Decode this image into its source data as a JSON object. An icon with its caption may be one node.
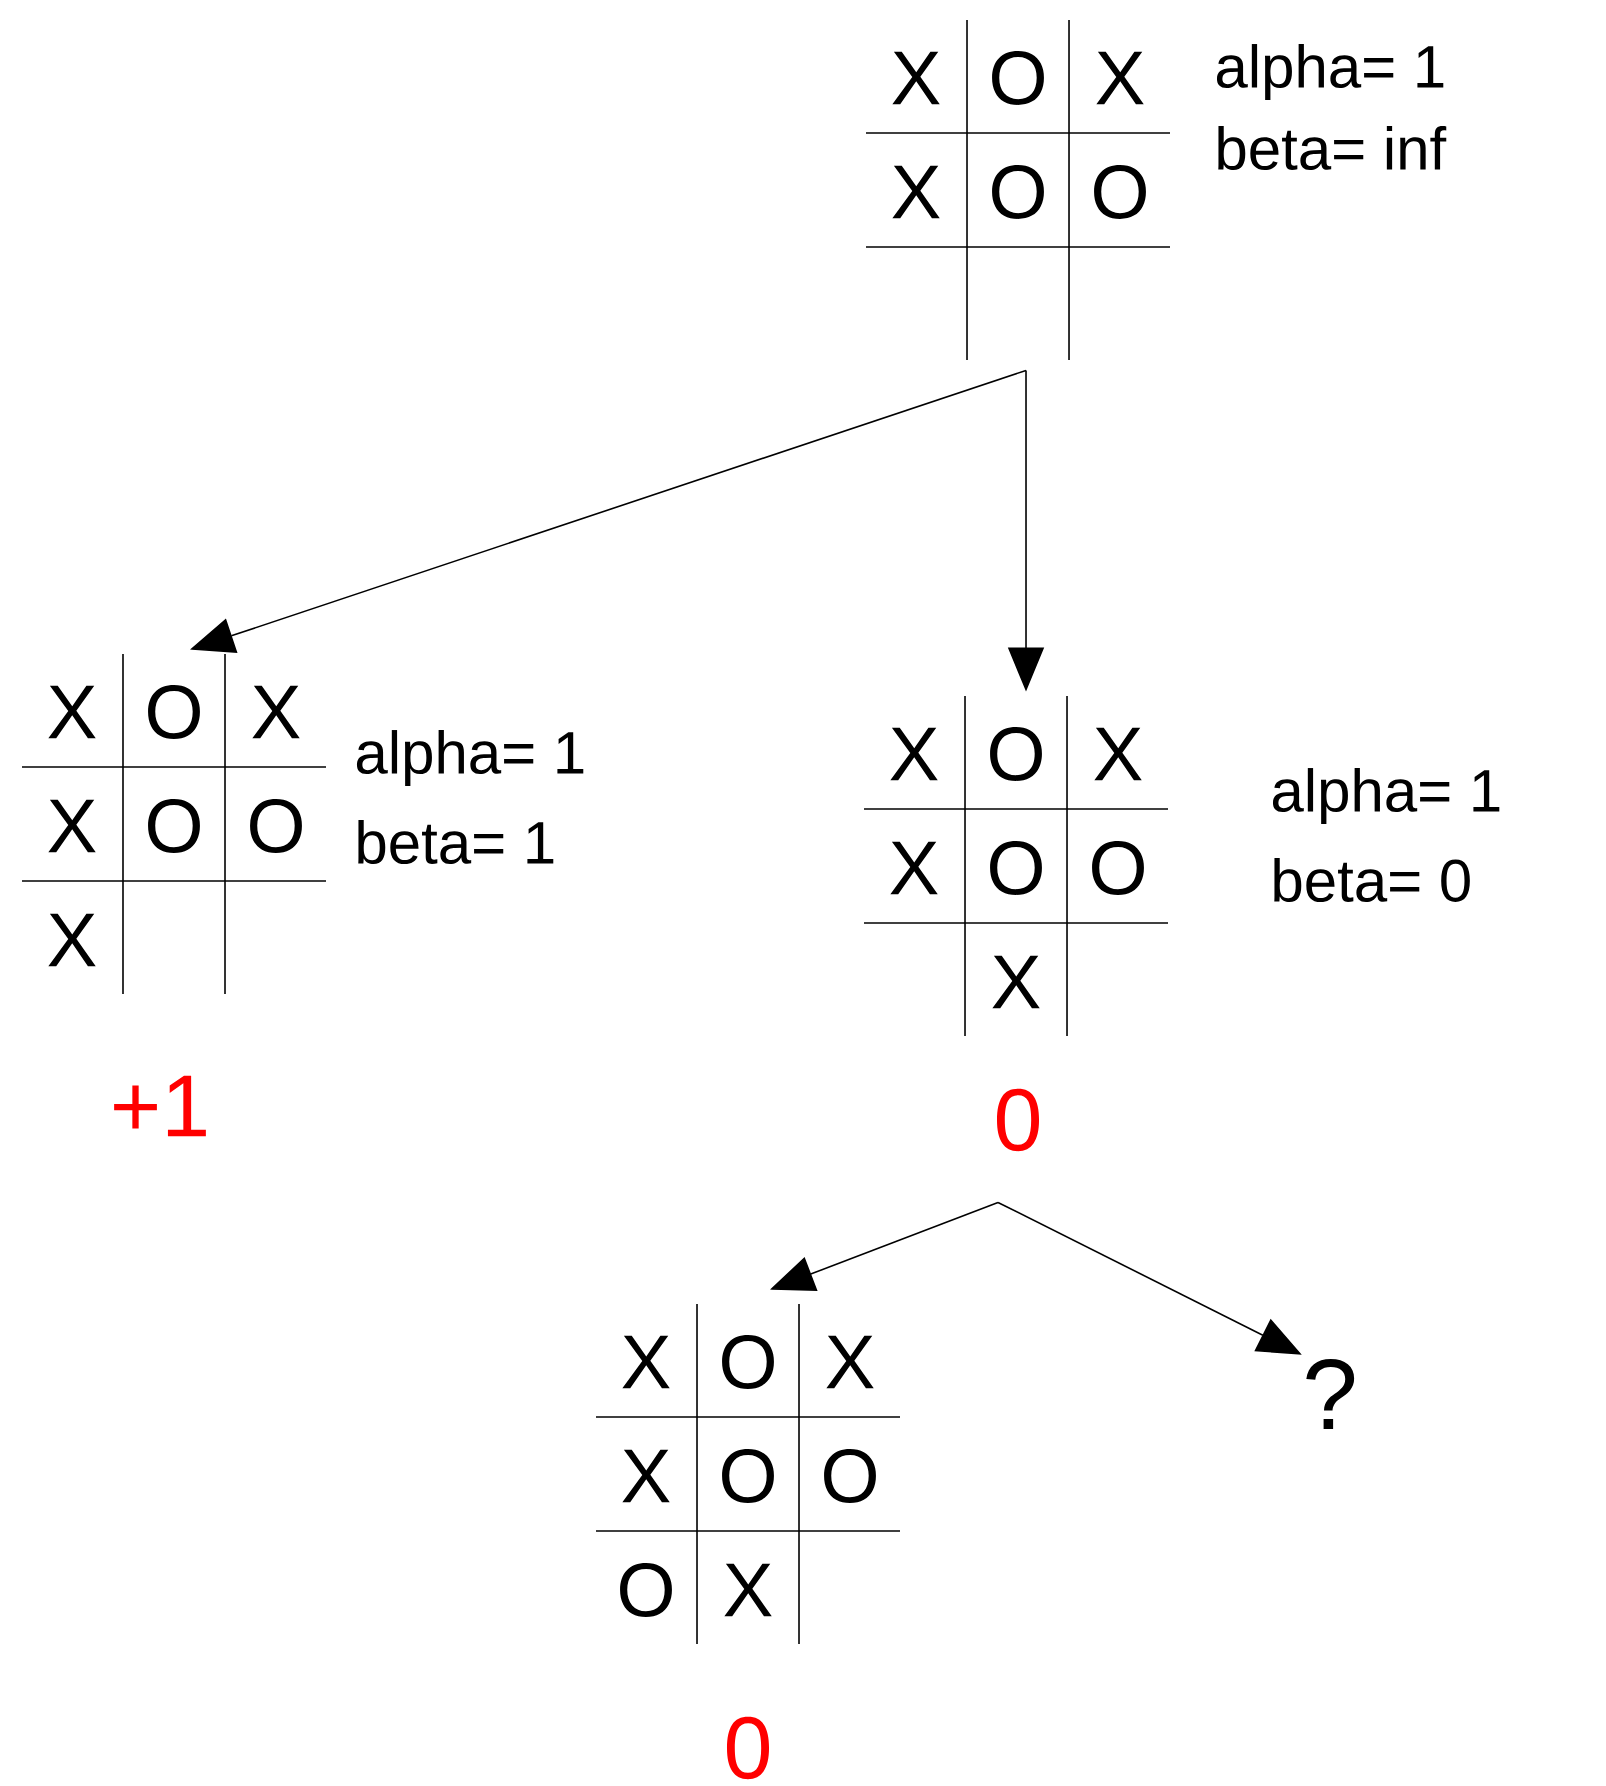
{
  "diagram": {
    "nodes": [
      {
        "text": [
          "X",
          "O",
          "X",
          "X",
          "O",
          "O"
        ],
        "beside": [
          "alpha= 1",
          "beta= inf"
        ]
      },
      {
        "text": [
          "X",
          "O",
          "X",
          "X",
          "O",
          "O",
          "X"
        ],
        "beside": [
          "alpha= 1",
          "beta= 1",
          "+1"
        ]
      },
      {
        "text": [
          "X",
          "O",
          "X",
          "X",
          "O",
          "O",
          "X"
        ],
        "beside": [
          "alpha= 1",
          "beta= 0",
          "0"
        ]
      },
      {
        "text": [
          "X",
          "O",
          "X",
          "X",
          "O",
          "O",
          "O",
          "X"
        ],
        "beside": [
          "0"
        ]
      },
      {
        "text": [
          "?"
        ]
      }
    ],
    "edges": [
      {
        "from": 0,
        "to": 1,
        "arrow": "to"
      },
      {
        "from": 0,
        "to": 2,
        "arrow": "to"
      },
      {
        "from": 2,
        "to": 3,
        "arrow": "to"
      },
      {
        "from": 2,
        "to": 4,
        "arrow": "to"
      }
    ]
  }
}
